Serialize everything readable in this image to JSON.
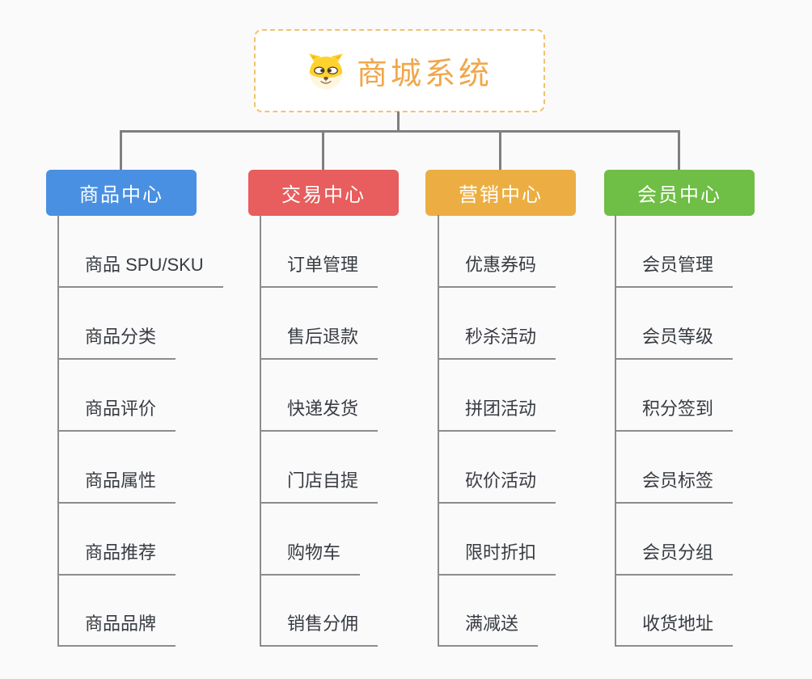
{
  "page": {
    "background_color": "#fafafa",
    "connector_color": "#7f7f7f",
    "leaf_line_color": "#8c8c8c",
    "leaf_text_color": "#383c42"
  },
  "root": {
    "label": "商城系统",
    "icon": "dog-face",
    "text_color": "#f0a74b",
    "border_color": "#f3c26c"
  },
  "branches": [
    {
      "label": "商品中心",
      "color": "#4a90e2",
      "items": [
        "商品 SPU/SKU",
        "商品分类",
        "商品评价",
        "商品属性",
        "商品推荐",
        "商品品牌"
      ]
    },
    {
      "label": "交易中心",
      "color": "#e85d5d",
      "items": [
        "订单管理",
        "售后退款",
        "快递发货",
        "门店自提",
        "购物车",
        "销售分佣"
      ]
    },
    {
      "label": "营销中心",
      "color": "#ecae42",
      "items": [
        "优惠券码",
        "秒杀活动",
        "拼团活动",
        "砍价活动",
        "限时折扣",
        "满减送"
      ]
    },
    {
      "label": "会员中心",
      "color": "#6fbe45",
      "items": [
        "会员管理",
        "会员等级",
        "积分签到",
        "会员标签",
        "会员分组",
        "收货地址"
      ]
    }
  ]
}
